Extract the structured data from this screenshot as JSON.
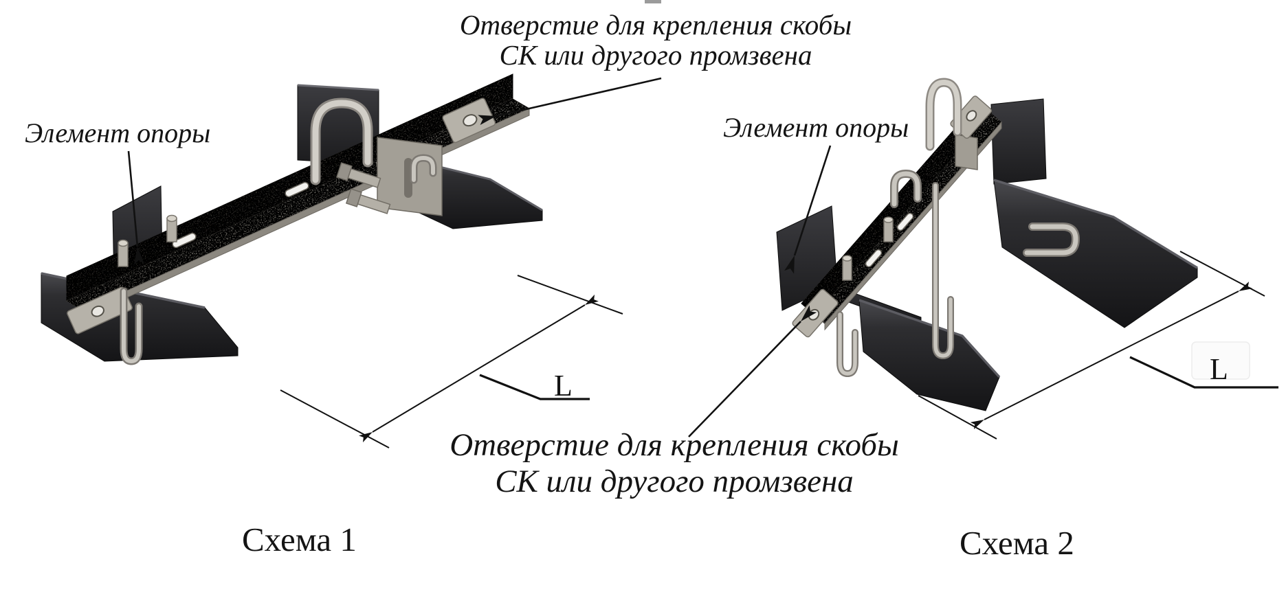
{
  "document": {
    "type": "technical-assembly-diagram",
    "language": "ru",
    "background_color": "#ffffff",
    "line_color": "#111111"
  },
  "top_annotation": {
    "line1": "Отверстие для крепления скобы",
    "line2": "СК или другого промзвена",
    "points_to": "hole at upper-right end of rail in scheme 1"
  },
  "bottom_annotation": {
    "line1": "Отверстие для крепления скобы",
    "line2": "СК или другого промзвена",
    "points_to": "hole at lower-left end of rail in scheme 2"
  },
  "scheme1": {
    "caption": "Схема 1",
    "support_label": "Элемент опоры",
    "dimension_label": "L"
  },
  "scheme2": {
    "caption": "Схема 2",
    "support_label": "Элемент опоры",
    "dimension_label": "L"
  },
  "colors": {
    "dark_metal": "#2c2c2e",
    "galvanized_web": "#57534d",
    "galvanized_flange": "#b3afa6",
    "steel_rod": "#c9c6bf",
    "plate": "#b6b2a9",
    "annotation_line": "#111111"
  }
}
